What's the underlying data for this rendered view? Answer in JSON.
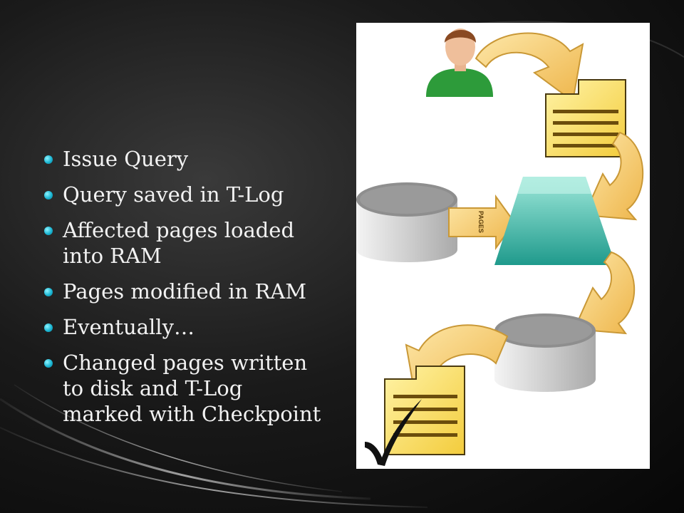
{
  "bullets": [
    "Issue Query",
    "Query saved in T-Log",
    "Affected pages loaded into RAM",
    "Pages modified in RAM",
    "Eventually…",
    "Changed pages written to disk and T-Log marked with Checkpoint"
  ],
  "diagram": {
    "pages_label": "PAGES",
    "colors": {
      "document": "#f9d548",
      "arrow": "#f5c457",
      "ram": "#39b2a3",
      "user_shirt": "#2d9b3a",
      "disk": "#bdbdbd"
    }
  }
}
